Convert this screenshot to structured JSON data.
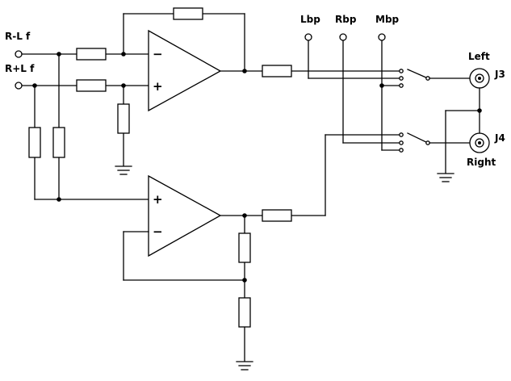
{
  "inputs": {
    "rl": "R-L f",
    "rpl": "R+L f"
  },
  "test_points": {
    "lbp": "Lbp",
    "rbp": "Rbp",
    "mbp": "Mbp"
  },
  "jacks": {
    "j3_label": "J3",
    "j3_channel": "Left",
    "j4_label": "J4",
    "j4_channel": "Right"
  },
  "opamps": {
    "top_inverting": "−",
    "top_noninverting": "+",
    "bottom_noninverting": "+",
    "bottom_inverting": "−"
  }
}
